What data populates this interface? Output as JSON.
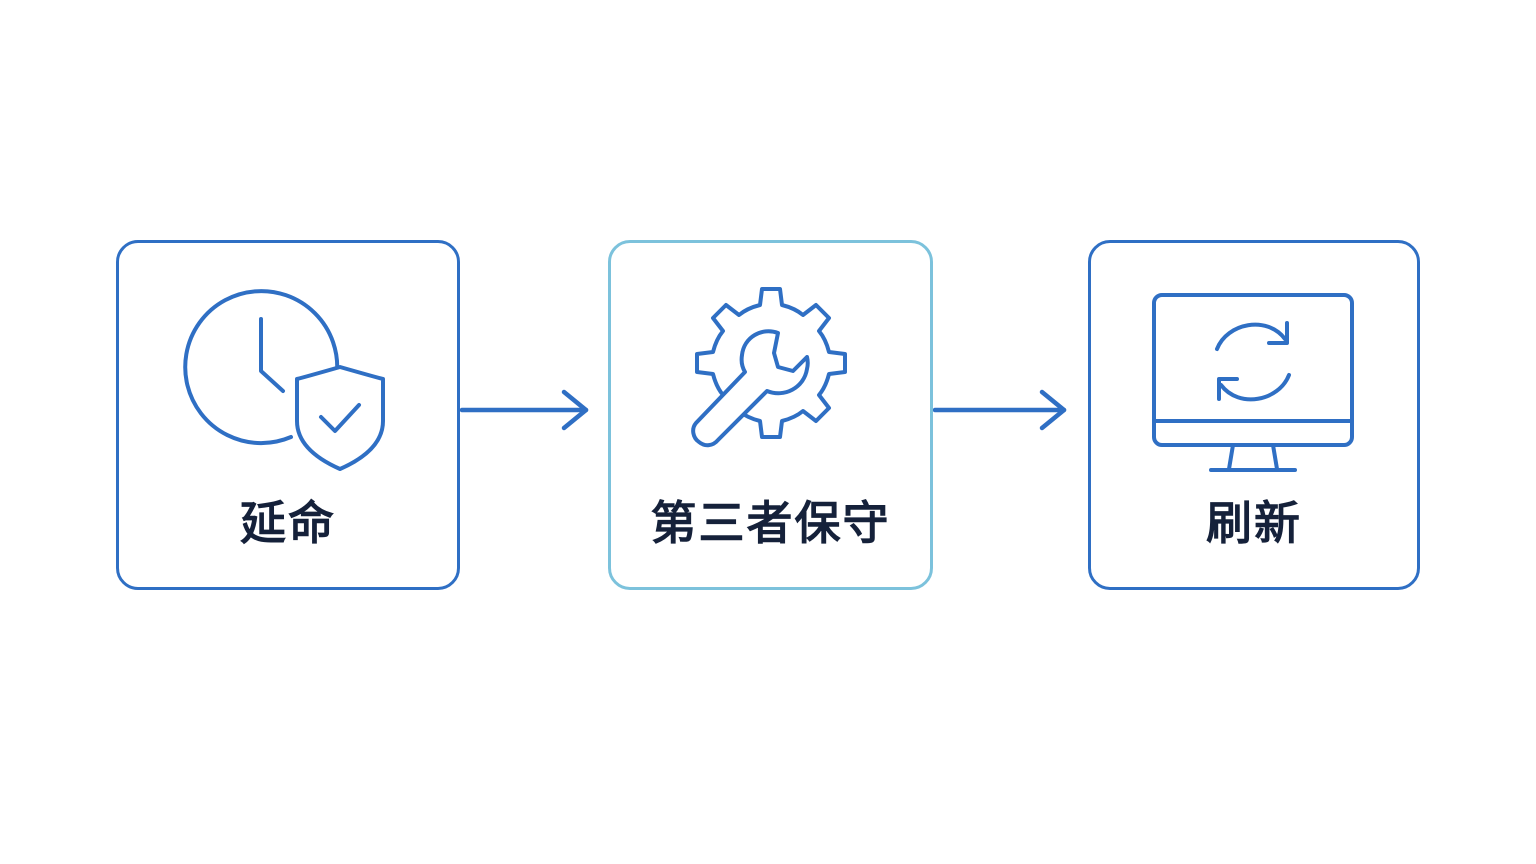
{
  "colors": {
    "primary_border": "#2f6fc4",
    "secondary_border": "#7cc2dc",
    "icon_stroke": "#2f6fc4",
    "label_text": "#15213a"
  },
  "steps": [
    {
      "label": "延命",
      "icon": "clock-shield-check-icon"
    },
    {
      "label": "第三者保守",
      "icon": "gear-wrench-icon"
    },
    {
      "label": "刷新",
      "icon": "monitor-refresh-icon"
    }
  ]
}
